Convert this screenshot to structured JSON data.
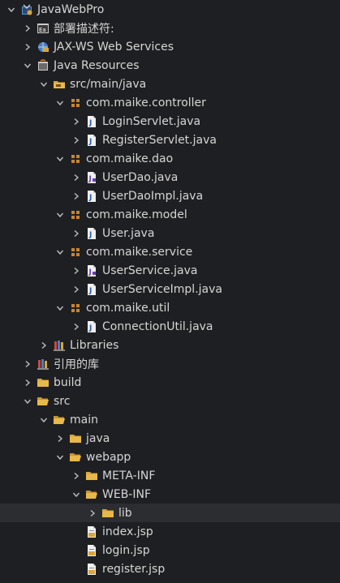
{
  "tree": [
    {
      "id": "project-javawebpro",
      "label": "JavaWebPro",
      "depth": 0,
      "chevron": "down",
      "icon": "project-icon"
    },
    {
      "id": "deployment-descriptor",
      "label": "部署描述符:",
      "depth": 1,
      "chevron": "right",
      "icon": "deployment-descriptor-icon"
    },
    {
      "id": "jax-ws-web-services",
      "label": "JAX-WS Web Services",
      "depth": 1,
      "chevron": "right",
      "icon": "web-services-icon"
    },
    {
      "id": "java-resources",
      "label": "Java Resources",
      "depth": 1,
      "chevron": "down",
      "icon": "java-resources-icon"
    },
    {
      "id": "src-main-java",
      "label": "src/main/java",
      "depth": 2,
      "chevron": "down",
      "icon": "source-folder-icon"
    },
    {
      "id": "pkg-controller",
      "label": "com.maike.controller",
      "depth": 3,
      "chevron": "down",
      "icon": "package-icon"
    },
    {
      "id": "file-loginservlet",
      "label": "LoginServlet.java",
      "depth": 4,
      "chevron": "right",
      "icon": "java-file-icon"
    },
    {
      "id": "file-registerservlet",
      "label": "RegisterServlet.java",
      "depth": 4,
      "chevron": "right",
      "icon": "java-file-icon"
    },
    {
      "id": "pkg-dao",
      "label": "com.maike.dao",
      "depth": 3,
      "chevron": "down",
      "icon": "package-icon"
    },
    {
      "id": "file-userdao",
      "label": "UserDao.java",
      "depth": 4,
      "chevron": "right",
      "icon": "java-interface-file-icon"
    },
    {
      "id": "file-userdaoimpl",
      "label": "UserDaoImpl.java",
      "depth": 4,
      "chevron": "right",
      "icon": "java-file-icon"
    },
    {
      "id": "pkg-model",
      "label": "com.maike.model",
      "depth": 3,
      "chevron": "down",
      "icon": "package-icon"
    },
    {
      "id": "file-user",
      "label": "User.java",
      "depth": 4,
      "chevron": "right",
      "icon": "java-file-icon"
    },
    {
      "id": "pkg-service",
      "label": "com.maike.service",
      "depth": 3,
      "chevron": "down",
      "icon": "package-icon"
    },
    {
      "id": "file-userservice",
      "label": "UserService.java",
      "depth": 4,
      "chevron": "right",
      "icon": "java-interface-file-icon"
    },
    {
      "id": "file-userserviceimpl",
      "label": "UserServiceImpl.java",
      "depth": 4,
      "chevron": "right",
      "icon": "java-file-icon"
    },
    {
      "id": "pkg-util",
      "label": "com.maike.util",
      "depth": 3,
      "chevron": "down",
      "icon": "package-icon"
    },
    {
      "id": "file-connectionutil",
      "label": "ConnectionUtil.java",
      "depth": 4,
      "chevron": "right",
      "icon": "java-file-icon"
    },
    {
      "id": "libraries",
      "label": "Libraries",
      "depth": 2,
      "chevron": "right",
      "icon": "libraries-icon"
    },
    {
      "id": "referenced-libraries",
      "label": "引用的库",
      "depth": 1,
      "chevron": "right",
      "icon": "libraries-icon"
    },
    {
      "id": "folder-build",
      "label": "build",
      "depth": 1,
      "chevron": "right",
      "icon": "folder-icon"
    },
    {
      "id": "folder-src",
      "label": "src",
      "depth": 1,
      "chevron": "down",
      "icon": "folder-open-icon"
    },
    {
      "id": "folder-main",
      "label": "main",
      "depth": 2,
      "chevron": "down",
      "icon": "folder-open-icon"
    },
    {
      "id": "folder-java",
      "label": "java",
      "depth": 3,
      "chevron": "right",
      "icon": "folder-icon"
    },
    {
      "id": "folder-webapp",
      "label": "webapp",
      "depth": 3,
      "chevron": "down",
      "icon": "folder-open-icon"
    },
    {
      "id": "folder-meta-inf",
      "label": "META-INF",
      "depth": 4,
      "chevron": "right",
      "icon": "folder-icon"
    },
    {
      "id": "folder-web-inf",
      "label": "WEB-INF",
      "depth": 4,
      "chevron": "down",
      "icon": "folder-open-icon"
    },
    {
      "id": "folder-lib",
      "label": "lib",
      "depth": 5,
      "chevron": "right",
      "icon": "folder-icon",
      "selected": true
    },
    {
      "id": "file-index-jsp",
      "label": "index.jsp",
      "depth": 4,
      "chevron": "none",
      "icon": "jsp-file-icon"
    },
    {
      "id": "file-login-jsp",
      "label": "login.jsp",
      "depth": 4,
      "chevron": "none",
      "icon": "jsp-file-icon"
    },
    {
      "id": "file-register-jsp",
      "label": "register.jsp",
      "depth": 4,
      "chevron": "none",
      "icon": "jsp-file-icon"
    },
    {
      "id": "partial-row",
      "label": "",
      "depth": 1,
      "chevron": "none",
      "icon": "folder-icon"
    }
  ],
  "colors": {
    "background": "#1e1f22",
    "selection": "#2b2d30",
    "text": "#d6d6d6",
    "folder": "#d9a53a",
    "package": "#c8852f",
    "java_file": "#5b8fd6"
  }
}
